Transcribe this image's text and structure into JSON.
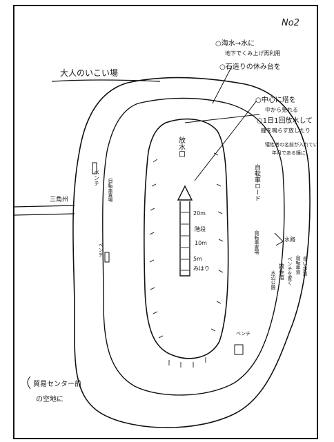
{
  "page_number": "No2",
  "title": "大人のいこい場",
  "notes": {
    "seawater": "○海水→水に",
    "seawater_detail": "地下でくみ上げ再利用",
    "stone_bench": "○石造りの休み台を",
    "center_tower": "○中心に塔を",
    "center_tower_sub": "中から見れる",
    "water_release": "○1日1回放水して",
    "water_release_sub": "鐘を鳴らす放したり",
    "memorial_a": "犠牲者の名前が入れてい",
    "memorial_b": "年月である鐘に",
    "right_note_1": "長い歩道",
    "right_note_2": "自転車道",
    "right_note_3": "ベンチを置く",
    "right_note_4": "散歩道",
    "right_note_5": "水辺公園",
    "bottom_note_1": "貿易センター前",
    "bottom_note_2": "の空地に"
  },
  "labels": {
    "water_outlet": "放水口",
    "bench_left": "ベンチ",
    "bench_right": "ベンチ",
    "bench_bottom": "ベンチ",
    "path_left": "自転車置場",
    "path_right": "自転車置場",
    "cycling_road": "自転車ロード",
    "waterway": "水路",
    "canal": "三角州",
    "tower_dims_1": "20m",
    "tower_dims_2": "階段",
    "tower_dims_3": "10m",
    "tower_dims_4": "5m",
    "tower_dims_5": "みはり"
  }
}
